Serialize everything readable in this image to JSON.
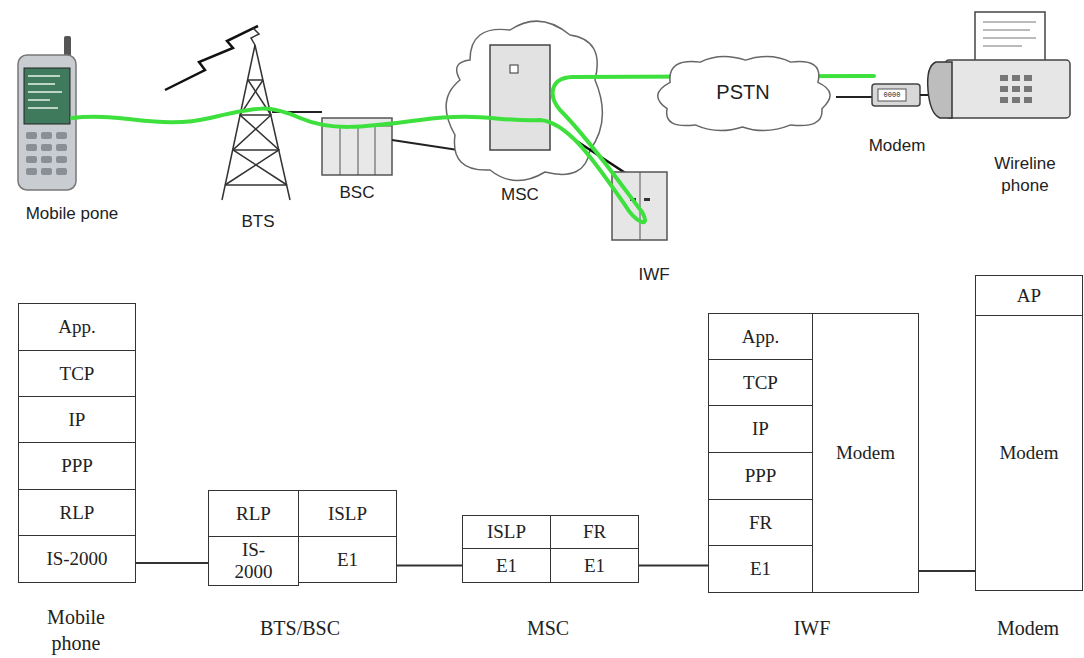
{
  "diagram": {
    "nodes": [
      {
        "text": [
          "PSTN"
        ]
      },
      {
        "text": [
          "App."
        ]
      },
      {
        "text": [
          "TCP"
        ]
      },
      {
        "text": [
          "IP"
        ]
      },
      {
        "text": [
          "PPP"
        ]
      },
      {
        "text": [
          "RLP"
        ]
      },
      {
        "text": [
          "IS-2000"
        ]
      },
      {
        "text": [
          "RLP"
        ]
      },
      {
        "text": [
          "ISLP"
        ]
      },
      {
        "text": [
          "IS-2000"
        ]
      },
      {
        "text": [
          "E1"
        ]
      },
      {
        "text": [
          "ISLP"
        ]
      },
      {
        "text": [
          "FR"
        ]
      },
      {
        "text": [
          "E1"
        ]
      },
      {
        "text": [
          "E1"
        ]
      },
      {
        "text": [
          "App."
        ]
      },
      {
        "text": [
          "TCP"
        ]
      },
      {
        "text": [
          "IP"
        ]
      },
      {
        "text": [
          "PPP"
        ]
      },
      {
        "text": [
          "FR"
        ]
      },
      {
        "text": [
          "E1"
        ]
      },
      {
        "text": [
          "Modem"
        ]
      },
      {
        "text": [
          "AP"
        ]
      },
      {
        "text": [
          "Modem"
        ]
      }
    ],
    "edges": [
      {
        "from": 6,
        "to": 9,
        "arrow": "none"
      },
      {
        "from": 10,
        "to": 13,
        "arrow": "none"
      },
      {
        "from": 14,
        "to": 20,
        "arrow": "none"
      },
      {
        "from": 21,
        "to": 23,
        "arrow": "none"
      }
    ],
    "labels": [
      "Mobile pone",
      "BTS",
      "BSC",
      "MSC",
      "0000",
      "Modem",
      "Wireline phone",
      "IWF",
      "Mobile phone",
      "BTS/BSC",
      "MSC",
      "IWF",
      "Modem"
    ]
  }
}
